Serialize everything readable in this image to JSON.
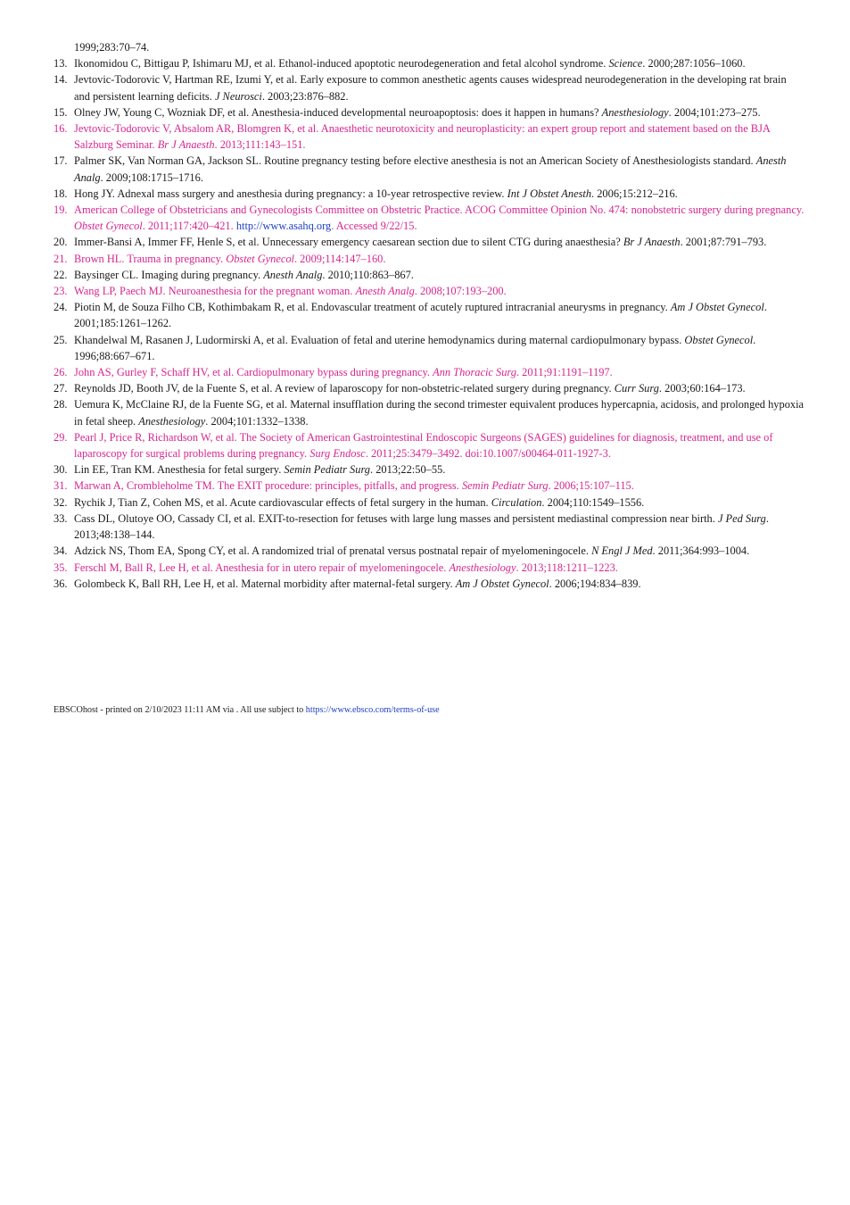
{
  "colors": {
    "highlight": "#d6268f",
    "link": "#1f3fc4",
    "text": "#1a1a1a",
    "background": "#ffffff"
  },
  "continuation": {
    "text": "1999;283:70–74."
  },
  "references": [
    {
      "num": "13.",
      "authors": "Ikonomidou C, Bittigau P, Ishimaru MJ, et al. Ethanol-induced apoptotic neurodegeneration and fetal alcohol syndrome.",
      "journal": "Science",
      "citation": ". 2000;287:1056–1060.",
      "highlight": false
    },
    {
      "num": "14.",
      "authors": "Jevtovic-Todorovic V, Hartman RE, Izumi Y, et al. Early exposure to common anesthetic agents causes widespread neurodegeneration in the developing rat brain and persistent learning deficits.",
      "journal": "J Neurosci",
      "citation": ". 2003;23:876–882.",
      "highlight": false
    },
    {
      "num": "15.",
      "authors": "Olney JW, Young C, Wozniak DF, et al. Anesthesia-induced developmental neuroapoptosis: does it happen in humans?",
      "journal": "Anesthesiology",
      "citation": ". 2004;101:273–275.",
      "highlight": false
    },
    {
      "num": "16.",
      "authors": "Jevtovic-Todorovic V, Absalom AR, Blomgren K, et al. Anaesthetic neurotoxicity and neuroplasticity: an expert group report and statement based on the BJA Salzburg Seminar.",
      "journal": "Br J Anaesth",
      "citation": ". 2013;111:143–151.",
      "highlight": true
    },
    {
      "num": "17.",
      "authors": "Palmer SK, Van Norman GA, Jackson SL. Routine pregnancy testing before elective anesthesia is not an American Society of Anesthesiologists standard.",
      "journal": "Anesth Analg",
      "citation": ". 2009;108:1715–1716.",
      "highlight": false
    },
    {
      "num": "18.",
      "authors": "Hong JY. Adnexal mass surgery and anesthesia during pregnancy: a 10-year retrospective review.",
      "journal": "Int J Obstet Anesth",
      "citation": ". 2006;15:212–216.",
      "highlight": false
    },
    {
      "num": "19.",
      "authors": "American College of Obstetricians and Gynecologists Committee on Obstetric Practice. ACOG Committee Opinion No. 474: nonobstetric surgery during pregnancy.",
      "journal": "Obstet Gynecol",
      "citation": ". 2011;117:420–421.",
      "link": "http://www.asahq.org",
      "after_link": ". Accessed 9/22/15.",
      "highlight": true
    },
    {
      "num": "20.",
      "authors": "Immer-Bansi A, Immer FF, Henle S, et al. Unnecessary emergency caesarean section due to silent CTG during anaesthesia?",
      "journal": "Br J Anaesth",
      "citation": ". 2001;87:791–793.",
      "highlight": false
    },
    {
      "num": "21.",
      "authors": "Brown HL. Trauma in pregnancy.",
      "journal": "Obstet Gynecol",
      "citation": ". 2009;114:147–160.",
      "highlight": true
    },
    {
      "num": "22.",
      "authors": "Baysinger CL. Imaging during pregnancy.",
      "journal": "Anesth Analg",
      "citation": ". 2010;110:863–867.",
      "highlight": false
    },
    {
      "num": "23.",
      "authors": "Wang LP, Paech MJ. Neuroanesthesia for the pregnant woman.",
      "journal": "Anesth Analg",
      "citation": ". 2008;107:193–200.",
      "highlight": true
    },
    {
      "num": "24.",
      "authors": "Piotin M, de Souza Filho CB, Kothimbakam R, et al. Endovascular treatment of acutely ruptured intracranial aneurysms in pregnancy.",
      "journal": "Am J Obstet Gynecol",
      "citation": ". 2001;185:1261–1262.",
      "highlight": false
    },
    {
      "num": "25.",
      "authors": "Khandelwal M, Rasanen J, Ludormirski A, et al. Evaluation of fetal and uterine hemodynamics during maternal cardiopulmonary bypass.",
      "journal": "Obstet Gynecol",
      "citation": ". 1996;88:667–671.",
      "highlight": false
    },
    {
      "num": "26.",
      "authors": "John AS, Gurley F, Schaff HV, et al. Cardiopulmonary bypass during pregnancy.",
      "journal": "Ann Thoracic Surg",
      "citation": ". 2011;91:1191–1197.",
      "highlight": true
    },
    {
      "num": "27.",
      "authors": "Reynolds JD, Booth JV, de la Fuente S, et al. A review of laparoscopy for non-obstetric-related surgery during pregnancy.",
      "journal": "Curr Surg",
      "citation": ". 2003;60:164–173.",
      "highlight": false
    },
    {
      "num": "28.",
      "authors": "Uemura K, McClaine RJ, de la Fuente SG, et al. Maternal insufflation during the second trimester equivalent produces hypercapnia, acidosis, and prolonged hypoxia in fetal sheep.",
      "journal": "Anesthesiology",
      "citation": ". 2004;101:1332–1338.",
      "highlight": false
    },
    {
      "num": "29.",
      "authors": "Pearl J, Price R, Richardson W, et al. The Society of American Gastrointestinal Endoscopic Surgeons (SAGES) guidelines for diagnosis, treatment, and use of laparoscopy for surgical problems during pregnancy.",
      "journal": "Surg Endosc",
      "citation": ". 2011;25:3479–3492. doi:10.1007/s00464-011-1927-3.",
      "highlight": true
    },
    {
      "num": "30.",
      "authors": "Lin EE, Tran KM. Anesthesia for fetal surgery.",
      "journal": "Semin Pediatr Surg",
      "citation": ". 2013;22:50–55.",
      "highlight": false
    },
    {
      "num": "31.",
      "authors": "Marwan A, Crombleholme TM. The EXIT procedure: principles, pitfalls, and progress.",
      "journal": "Semin Pediatr Surg",
      "citation": ". 2006;15:107–115.",
      "highlight": true
    },
    {
      "num": "32.",
      "authors": "Rychik J, Tian Z, Cohen MS, et al. Acute cardiovascular effects of fetal surgery in the human.",
      "journal": "Circulation",
      "citation": ". 2004;110:1549–1556.",
      "highlight": false
    },
    {
      "num": "33.",
      "authors": "Cass DL, Olutoye OO, Cassady CI, et al. EXIT-to-resection for fetuses with large lung masses and persistent mediastinal compression near birth.",
      "journal": "J Ped Surg",
      "citation": ". 2013;48:138–144.",
      "highlight": false
    },
    {
      "num": "34.",
      "authors": "Adzick NS, Thom EA, Spong CY, et al. A randomized trial of prenatal versus postnatal repair of myelomeningocele.",
      "journal": "N Engl J Med",
      "citation": ". 2011;364:993–1004.",
      "highlight": false
    },
    {
      "num": "35.",
      "authors": "Ferschl M, Ball R, Lee H, et al. Anesthesia for in utero repair of myelomeningocele.",
      "journal": "Anesthesiology",
      "citation": ". 2013;118:1211–1223.",
      "highlight": true
    },
    {
      "num": "36.",
      "authors": "Golombeck K, Ball RH, Lee H, et al. Maternal morbidity after maternal-fetal surgery.",
      "journal": "Am J Obstet Gynecol",
      "citation": ". 2006;194:834–839.",
      "highlight": false
    }
  ],
  "footer": {
    "text": "EBSCOhost - printed on 2/10/2023 11:11 AM via . All use subject to ",
    "url": "https://www.ebsco.com/terms-of-use"
  }
}
